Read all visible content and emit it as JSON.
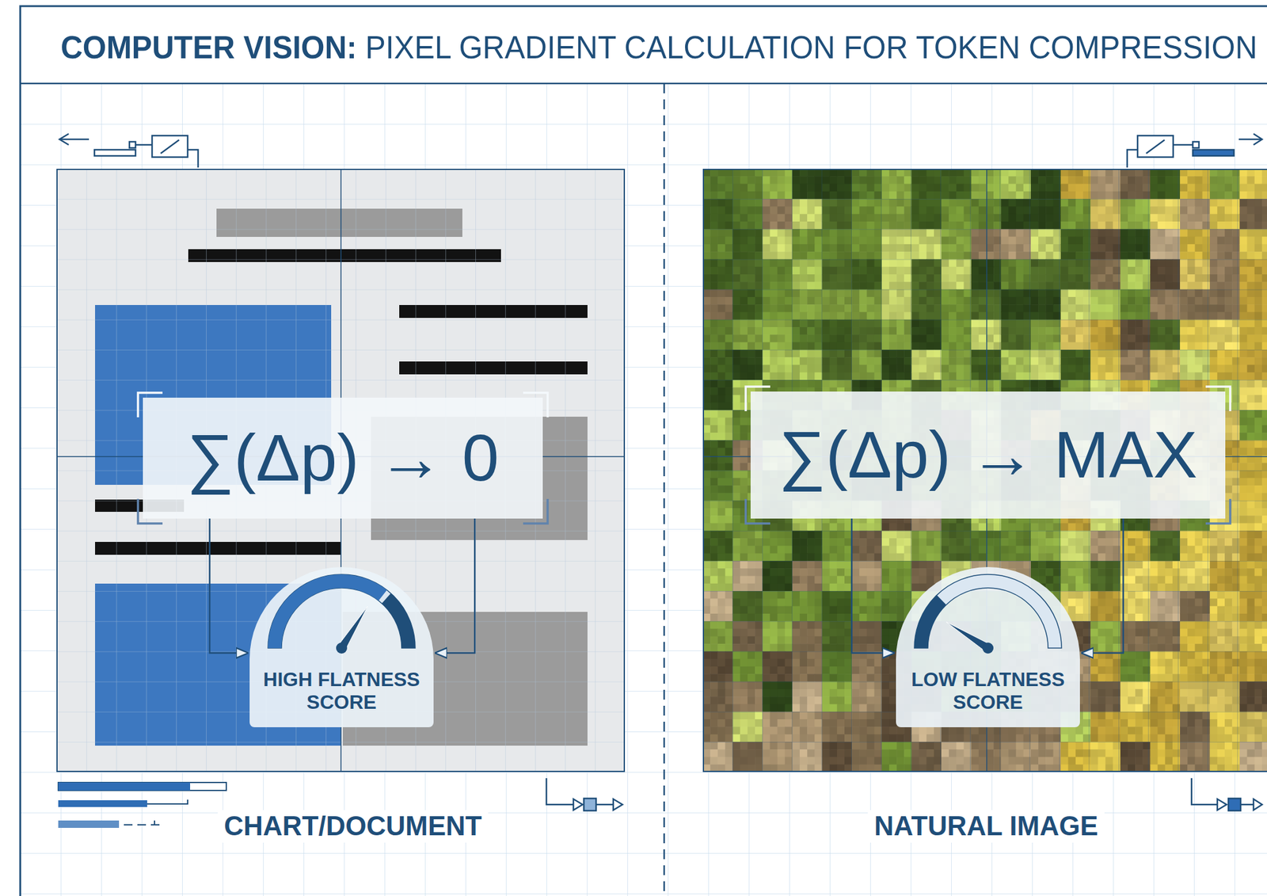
{
  "diagram": {
    "title": "COMPUTER VISION: PIXEL GRADIENT CALCULATION FOR TOKEN COMPRESSION",
    "nodes": [
      {
        "text": [
          "CHART/DOCUMENT"
        ]
      },
      {
        "text": [
          "∑(Δp) → 0"
        ],
        "in": 0
      },
      {
        "text": [
          "HIGH FLATNESS SCORE"
        ],
        "in": 0
      },
      {
        "text": [
          "NATURAL IMAGE"
        ]
      },
      {
        "text": [
          "∑(Δp) → MAX"
        ],
        "in": 3
      },
      {
        "text": [
          "LOW FLATNESS SCORE"
        ],
        "in": 3
      }
    ],
    "edges": [
      {
        "from": 1,
        "to": 2,
        "arrow": "to"
      },
      {
        "from": 1,
        "to": 2,
        "arrow": "to"
      },
      {
        "from": 4,
        "to": 5,
        "arrow": "to"
      },
      {
        "from": 4,
        "to": 5,
        "arrow": "to"
      }
    ]
  }
}
